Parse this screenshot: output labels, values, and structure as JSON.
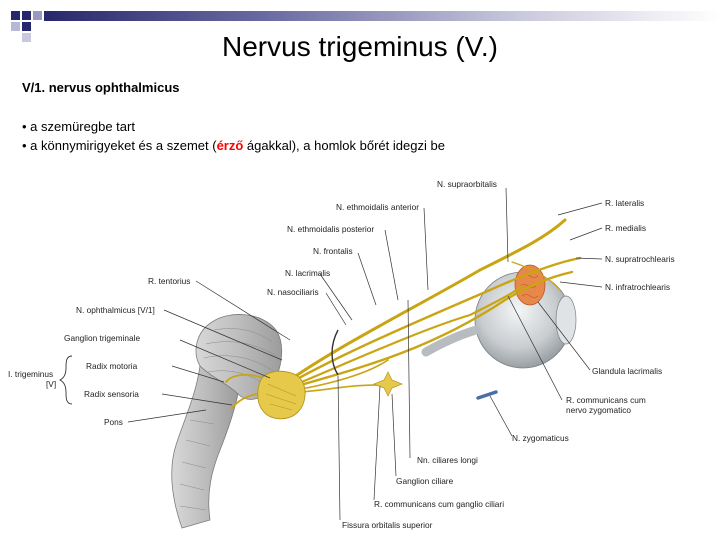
{
  "slide": {
    "title": "Nervus trigeminus (V.)",
    "subheading": "V/1. nervus ophthalmicus",
    "bullets": {
      "b1": "• a szemüregbe tart",
      "b2_before": "• a könnymirigyeket és a szemet (",
      "b2_highlight": "érző",
      "b2_after": " ágakkal), a homlok bőrét idegzi be"
    },
    "colors": {
      "accent_navy": "#27276b",
      "highlight": "#ff0000",
      "nerve": "#e6c84a",
      "gland": "#e8874a"
    }
  },
  "diagram": {
    "labels": {
      "supraorbitalis": "N. supraorbitalis",
      "ethmoidalis_anterior": "N. ethmoidalis anterior",
      "ethmoidalis_posterior": "N. ethmoidalis posterior",
      "frontalis": "N. frontalis",
      "lacrimalis": "N. lacrimalis",
      "nasociliaris": "N. nasociliaris",
      "tentorius": "R. tentorius",
      "ophthalmicus": "N. ophthalmicus [V/1]",
      "ganglion_trigeminale": "Ganglion trigeminale",
      "trigeminus": "I. trigeminus",
      "trigeminus_v": "[V]",
      "radix_motoria": "Radix motoria",
      "radix_sensoria": "Radix sensoria",
      "pons": "Pons",
      "lateralis": "R. lateralis",
      "medialis": "R. medialis",
      "supratrochlearis": "N. supratrochlearis",
      "infratrochlearis": "N. infratrochlearis",
      "glandula": "Glandula lacrimalis",
      "communicans_zyg_1": "R. communicans cum",
      "communicans_zyg_2": "nervo zygomatico",
      "zygomaticus": "N. zygomaticus",
      "ciliares_longi": "Nn. ciliares longi",
      "ganglion_ciliare": "Ganglion ciliare",
      "communicans_ganglio": "R. communicans cum ganglio ciliari",
      "fissura": "Fissura orbitalis superior"
    }
  }
}
